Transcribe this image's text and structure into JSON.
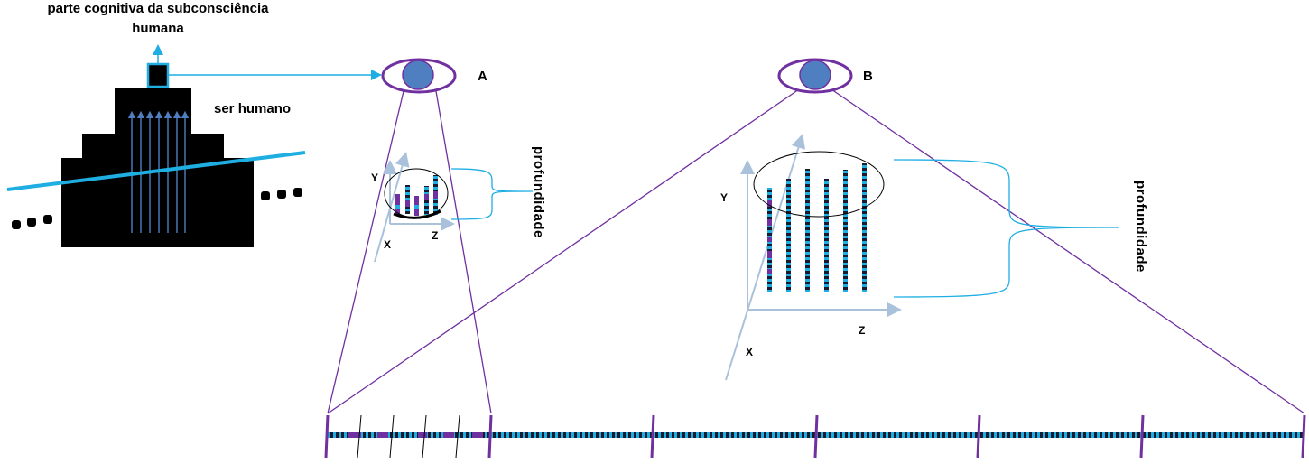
{
  "labels": {
    "top_line1": "parte cognitiva da subconsciência",
    "top_line2": "humana",
    "ser_humano": "ser humano",
    "eye_a": "A",
    "eye_b": "B",
    "depth_a": "profundidade",
    "depth_b": "profundidade",
    "axis_a_y": "Y",
    "axis_a_x": "X",
    "axis_a_z": "Z",
    "axis_b_y": "Y",
    "axis_b_x": "X",
    "axis_b_z": "Z"
  },
  "colors": {
    "purple": "#7030a0",
    "cyan": "#1eaee2",
    "eye_fill": "#4f7fc0",
    "axis": "#a9c1da",
    "black": "#000000"
  }
}
